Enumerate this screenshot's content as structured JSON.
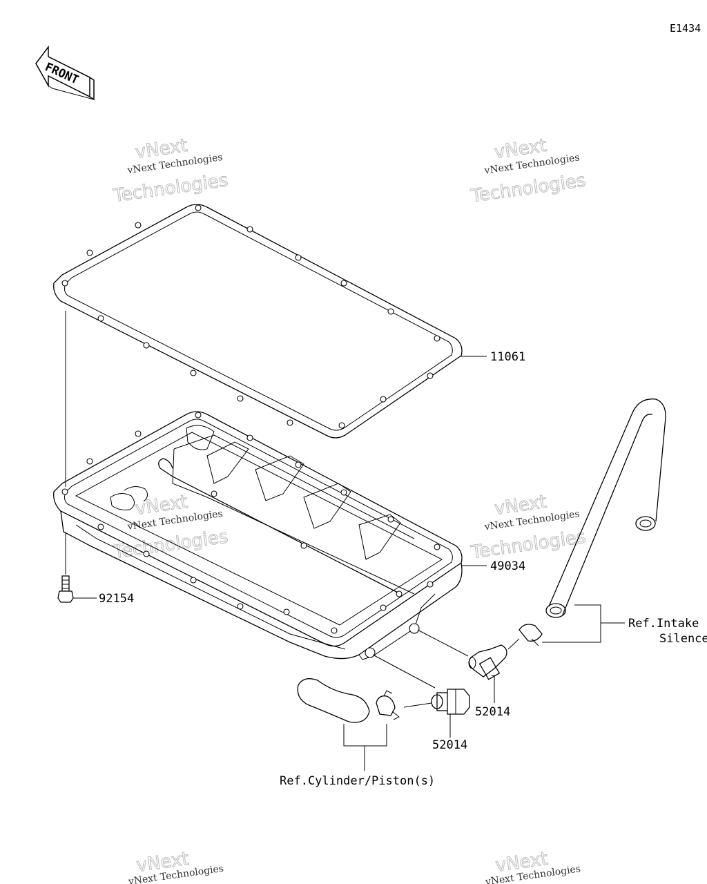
{
  "diagram": {
    "code": "E1434",
    "front_label": "FRONT",
    "parts": [
      {
        "number": "11061"
      },
      {
        "number": "49034"
      },
      {
        "number": "92154"
      },
      {
        "number": "52014"
      },
      {
        "number": "52014"
      }
    ],
    "references": {
      "intake_line1": "Ref.Intake",
      "intake_line2": "Silence",
      "cylinder": "Ref.Cylinder/Piston(s)"
    },
    "watermark": {
      "brand": "vNext",
      "line1": "vNext Technologies",
      "line2": "Technologies"
    }
  }
}
